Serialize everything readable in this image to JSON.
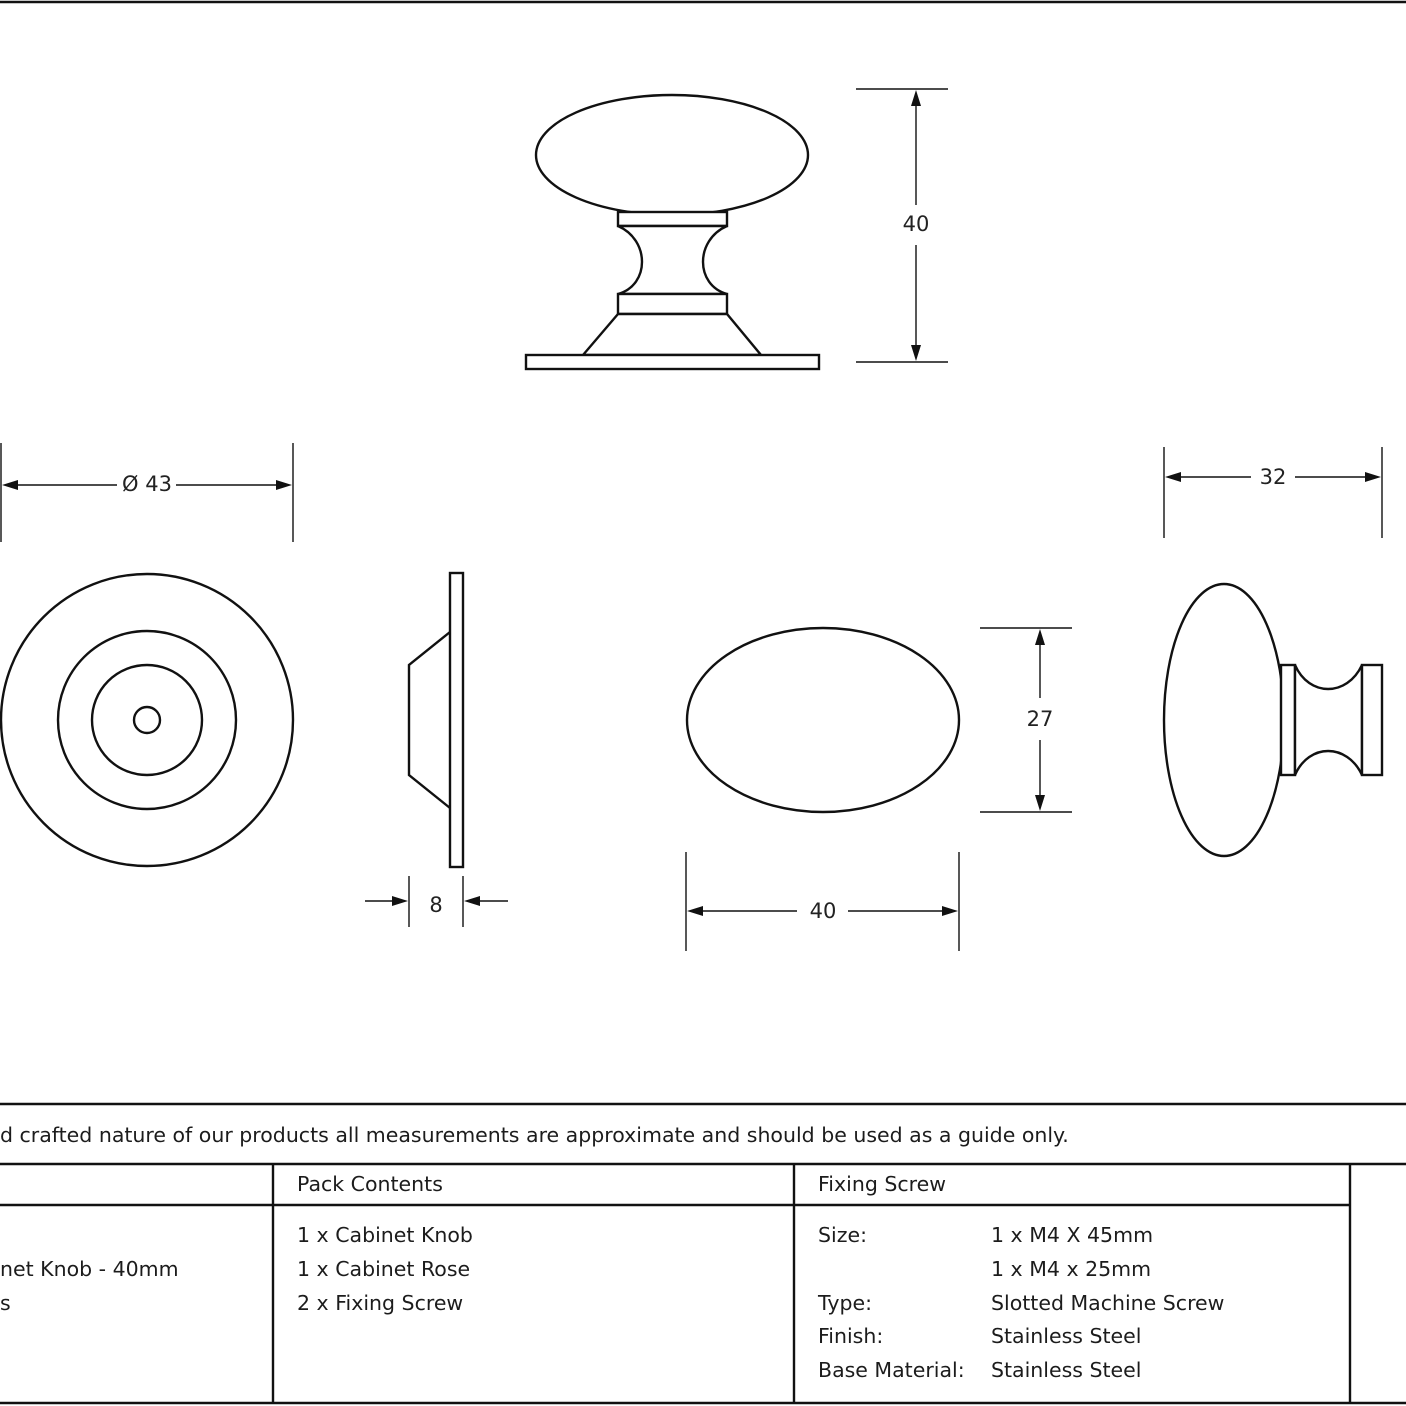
{
  "dimensions": {
    "height_front": "40",
    "rose_diameter": "Ø 43",
    "side_width": "32",
    "rose_depth": "8",
    "knob_height": "27",
    "knob_width": "40"
  },
  "disclaimer": "d crafted nature of our products all measurements are approximate and should be used as a guide only.",
  "product": {
    "line1": "net Knob - 40mm",
    "line2": "s"
  },
  "pack_contents": {
    "header": "Pack Contents",
    "items": [
      "1 x Cabinet Knob",
      "1 x Cabinet Rose",
      "2 x Fixing Screw"
    ]
  },
  "fixing_screw": {
    "header": "Fixing Screw",
    "size_label": "Size:",
    "size_values": [
      "1 x M4 X 45mm",
      "1 x M4 x 25mm"
    ],
    "type_label": "Type:",
    "type_value": "Slotted Machine Screw",
    "finish_label": "Finish:",
    "finish_value": "Stainless Steel",
    "base_label": "Base Material:",
    "base_value": "Stainless Steel"
  }
}
